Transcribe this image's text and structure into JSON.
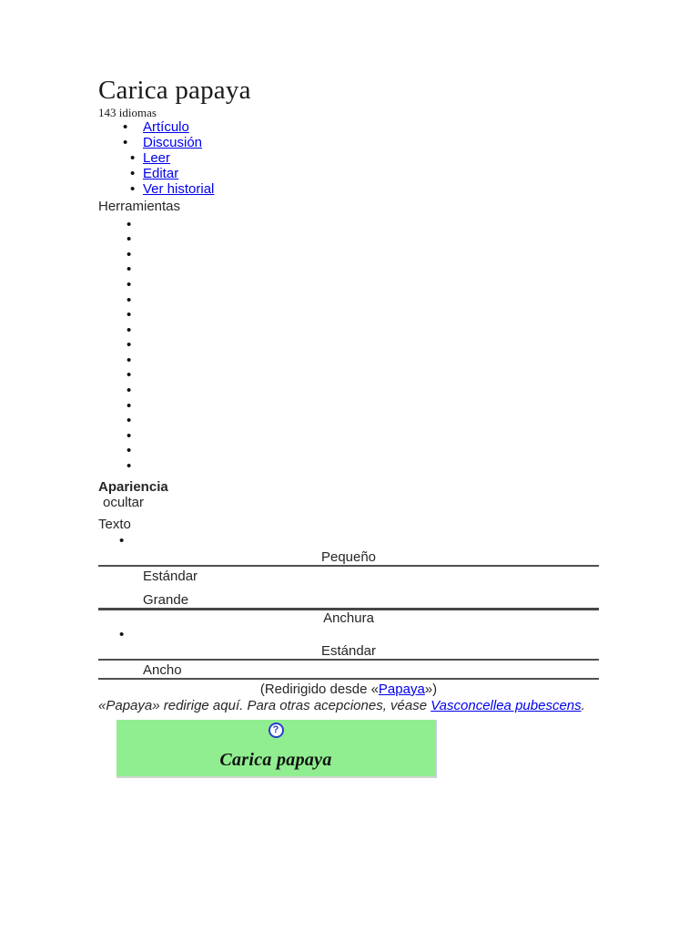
{
  "header": {
    "title": "Carica papaya",
    "languages_label": "143 idiomas"
  },
  "nav": {
    "namespace_items": [
      {
        "label": "Artículo"
      },
      {
        "label": "Discusión"
      }
    ],
    "view_items": [
      {
        "label": "Leer"
      },
      {
        "label": "Editar"
      },
      {
        "label": "Ver historial"
      }
    ]
  },
  "tools": {
    "label": "Herramientas",
    "empty_item_count": 17
  },
  "appearance": {
    "label": "Apariencia",
    "hide_label": "ocultar",
    "text_section_label": "Texto",
    "text_options": [
      "Pequeño",
      "Estándar",
      "Grande"
    ],
    "width_section_label": "Anchura",
    "width_options": [
      "Estándar",
      "Ancho"
    ]
  },
  "redirect": {
    "prefix": "(Redirigido desde «",
    "link_label": "Papaya",
    "suffix": "»)"
  },
  "hatnote": {
    "text_before": "«Papaya» redirige aquí. Para otras acepciones, véase ",
    "link_label": "Vasconcellea pubescens",
    "text_after": "."
  },
  "infobox": {
    "help_glyph": "?",
    "title": "Carica papaya"
  },
  "colors": {
    "link_blue": "#0000EE",
    "rule_gray": "#4F4F4F",
    "taxobox_green": "#90EE90",
    "help_icon_blue": "#2B3FC8"
  }
}
